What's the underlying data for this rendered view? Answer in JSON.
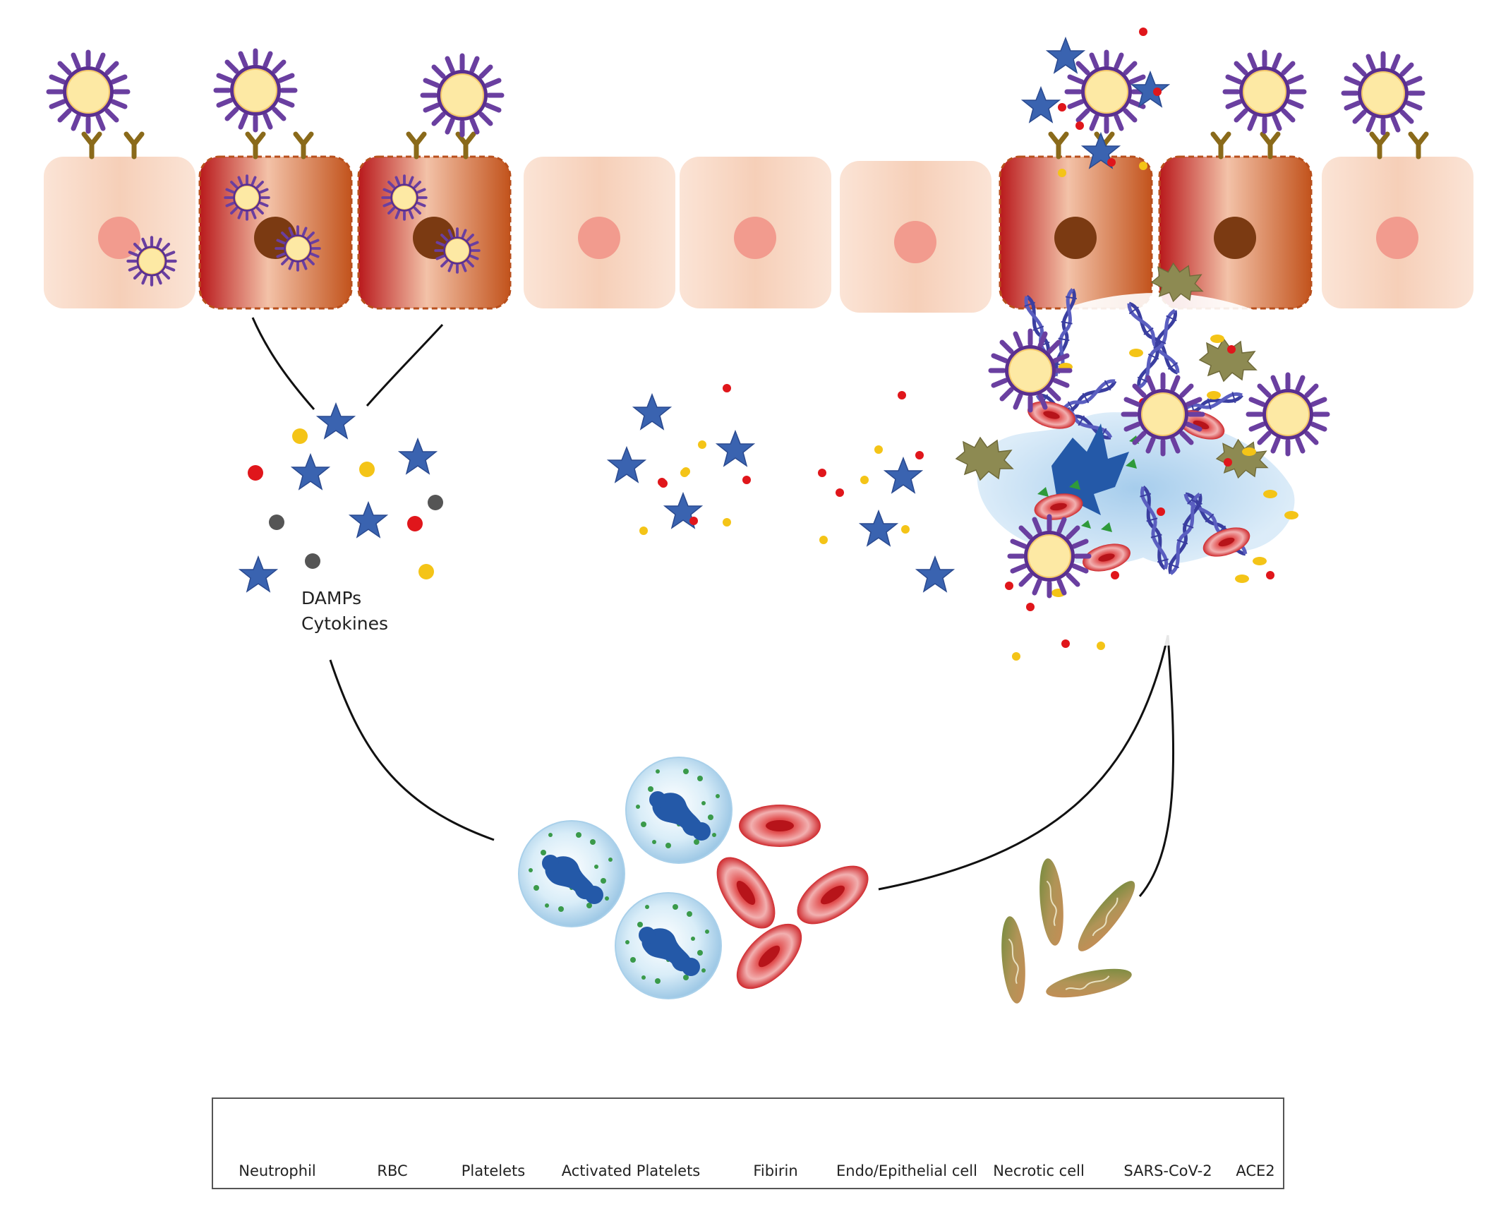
{
  "labels": {
    "damps": "DAMPs",
    "cytokines": "Cytokines"
  },
  "legend": {
    "items": [
      {
        "label": "Neutrophil",
        "icon": "neutrophil-icon"
      },
      {
        "label": "RBC",
        "icon": "rbc-icon"
      },
      {
        "label": "Platelets",
        "icon": "platelet-icon"
      },
      {
        "label": "Activated Platelets",
        "icon": "activated-platelet-icon"
      },
      {
        "label": "Fibirin",
        "icon": "fibrin-icon"
      },
      {
        "label": "Endo/Epithelial cell",
        "icon": "epithelial-cell-icon"
      },
      {
        "label": "Necrotic cell",
        "icon": "necrotic-cell-icon"
      },
      {
        "label": "SARS-CoV-2",
        "icon": "virus-icon"
      },
      {
        "label": "ACE2",
        "icon": "ace2-receptor-icon"
      }
    ]
  },
  "colors": {
    "virus_core": "#fde9a4",
    "virus_spike": "#6a3fa0",
    "healthy_cell": "#f6cdb5",
    "healthy_nucleus": "#f29b8e",
    "necrotic_cell": "#c8412a",
    "necrotic_nucleus": "#7b3a12",
    "receptor": "#8a6a1a",
    "cytokine_star": "#3a63b0",
    "damp_red": "#e0161b",
    "damp_yellow": "#f4c417",
    "damp_gray": "#555555",
    "rbc": "#d43436",
    "platelet": "#9b8a4a",
    "neutrophil": "#bfe0f2",
    "dna": "#3a3ea0",
    "fibrin": "#f09850"
  }
}
